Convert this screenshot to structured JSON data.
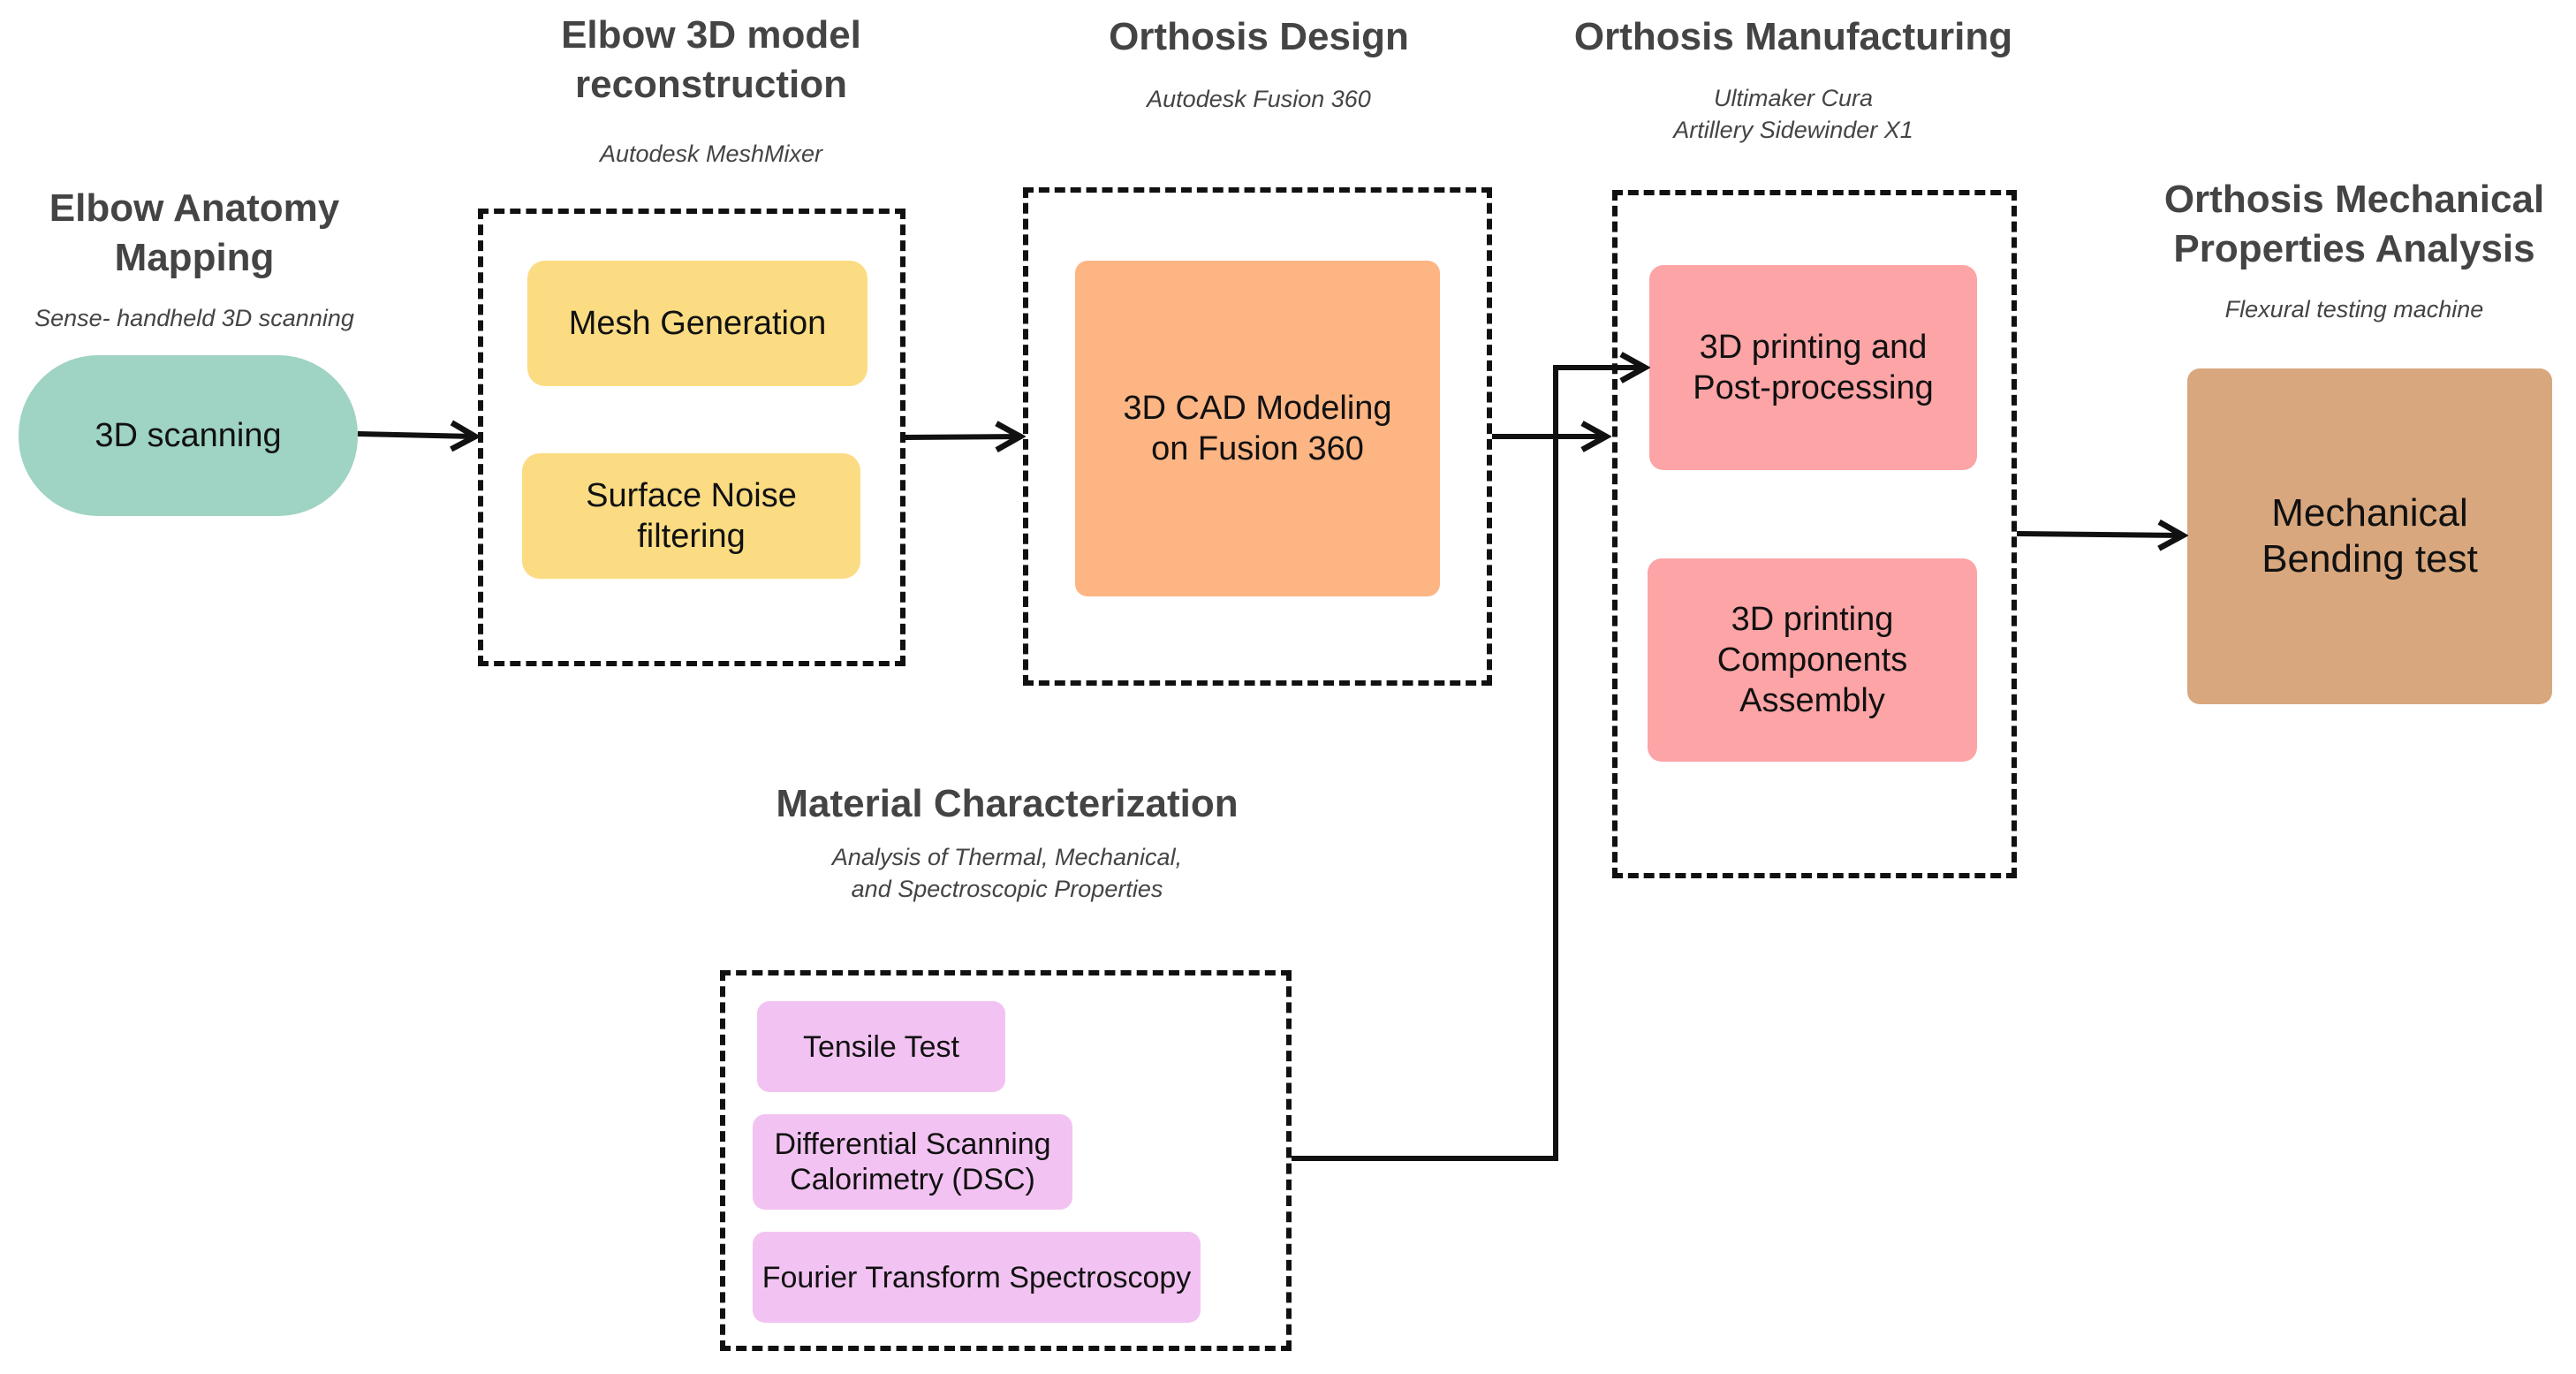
{
  "stages": {
    "mapping": {
      "title": "Elbow Anatomy Mapping",
      "subtitle": "Sense- handheld 3D scanning"
    },
    "reconstruction": {
      "title": "Elbow 3D model reconstruction",
      "subtitle": "Autodesk MeshMixer"
    },
    "design": {
      "title": "Orthosis Design",
      "subtitle": "Autodesk Fusion 360"
    },
    "manufacturing": {
      "title": "Orthosis Manufacturing",
      "subtitle": "Ultimaker Cura\nArtillery Sidewinder X1"
    },
    "analysis": {
      "title": "Orthosis Mechanical Properties Analysis",
      "subtitle": "Flexural testing machine"
    },
    "material": {
      "title": "Material Characterization",
      "subtitle": "Analysis of Thermal, Mechanical,\nand Spectroscopic Properties"
    }
  },
  "nodes": {
    "scanning": "3D scanning",
    "mesh_generation": "Mesh Generation",
    "surface_noise": "Surface Noise\nfiltering",
    "cad_modeling": "3D CAD Modeling\non Fusion 360",
    "printing_post": "3D printing  and\nPost-processing",
    "printing_assembly": "3D printing\nComponents\nAssembly",
    "bending_test": "Mechanical\nBending test",
    "tensile_test": "Tensile Test",
    "dsc": "Differential Scanning\nCalorimetry (DSC)",
    "ftir": "Fourier Transform Spectroscopy"
  },
  "colors": {
    "teal": "#9fd3c3",
    "yellow": "#fbdc82",
    "orange": "#fdb584",
    "pink": "#fda4a6",
    "tan": "#d8a77e",
    "violet": "#f2c3f2",
    "dash": "#111111",
    "title": "#444444"
  },
  "edges": [
    {
      "from": "scanning",
      "to": "reconstruction-group"
    },
    {
      "from": "reconstruction-group",
      "to": "design-group"
    },
    {
      "from": "design-group",
      "to": "manufacturing-group"
    },
    {
      "from": "material-group",
      "to": "printing_post"
    },
    {
      "from": "manufacturing-group",
      "to": "bending_test"
    }
  ]
}
